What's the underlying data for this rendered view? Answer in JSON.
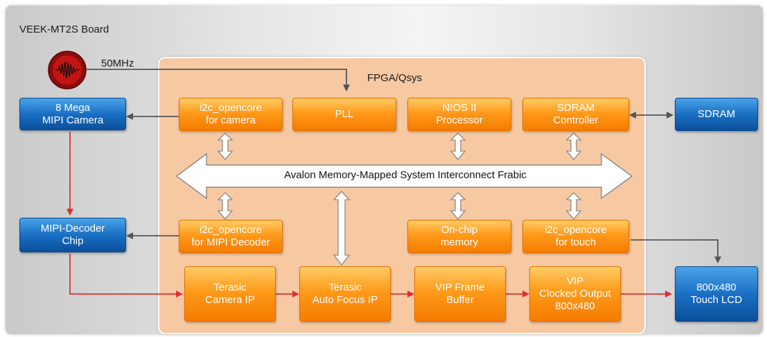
{
  "board_title": "VEEK-MT2S Board",
  "fpga_title": "FPGA/Qsys",
  "clock_label": "50MHz",
  "bus_label": "Avalon Memory-Mapped System Interconnect Frabic",
  "blocks": {
    "camera": "8 Mega\nMIPI Camera",
    "mipi_chip": "MIPI-Decoder\nChip",
    "sdram": "SDRAM",
    "lcd": "800x480\nTouch LCD",
    "i2c_camera": "i2c_opencore\nfor camera",
    "pll": "PLL",
    "nios": "NIOS II\nProcessor",
    "sdram_ctrl": "SDRAM\nController",
    "i2c_mipi": "i2c_opencore\nfor MIPI Decoder",
    "onchip": "On-chip\nmemory",
    "i2c_touch": "i2c_opencore\nfor touch",
    "cam_ip": "Terasic\nCamera IP",
    "af_ip": "Terasic\nAuto Focus IP",
    "vip_fb": "VIP Frame\nBuffer",
    "vip_out": "VIP\nClocked Output\n800x480"
  },
  "colors": {
    "orange": "#ff9a1a",
    "blue": "#1a6fc4",
    "fpga_bg": "#f7c9a3",
    "red_arrow": "#e03030",
    "gray_arrow": "#555555"
  },
  "icons": {
    "oscillator": "oscillator-icon"
  }
}
